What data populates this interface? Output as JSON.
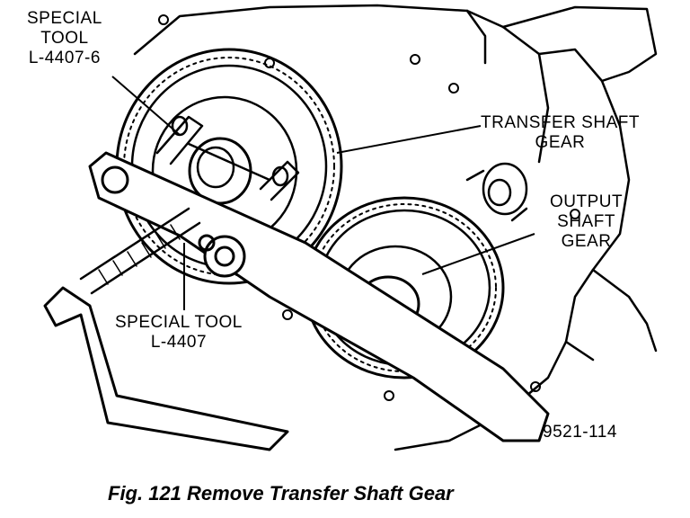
{
  "labels": {
    "tool_a": {
      "line1": "SPECIAL",
      "line2": "TOOL",
      "line3": "L-4407-6"
    },
    "transfer_gear": {
      "line1": "TRANSFER SHAFT",
      "line2": "GEAR"
    },
    "output_gear": {
      "line1": "OUTPUT",
      "line2": "SHAFT",
      "line3": "GEAR"
    },
    "tool_b": {
      "line1": "SPECIAL TOOL",
      "line2": "L-4407"
    }
  },
  "figure_number": "9521-114",
  "caption": "Fig. 121 Remove Transfer Shaft Gear"
}
